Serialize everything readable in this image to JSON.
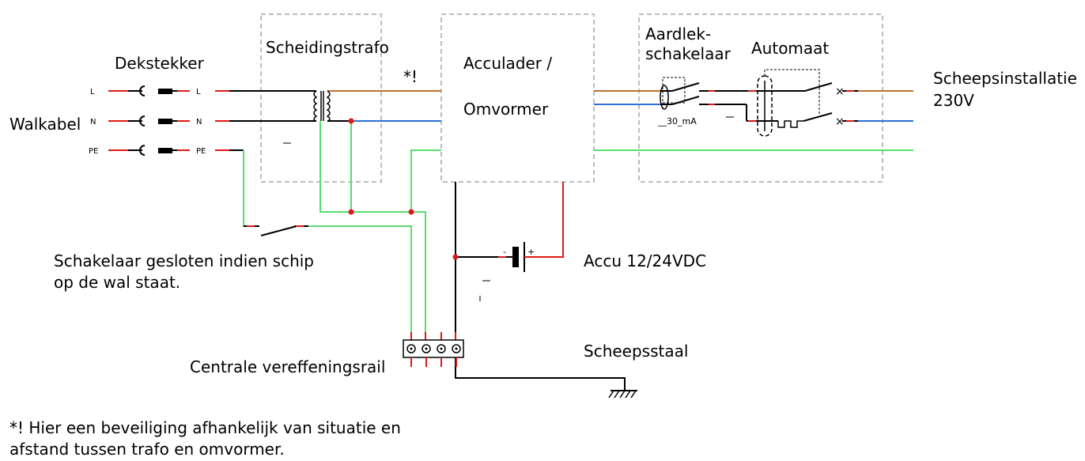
{
  "labels": {
    "walkabel": "Walkabel",
    "dekstekker": "Dekstekker",
    "scheidingstrafo": "Scheidingstrafo",
    "asterisk": "*!",
    "acculader_1": "Acculader /",
    "acculader_2": "Omvormer",
    "aardlek_1": "Aardlek-",
    "aardlek_2": "schakelaar",
    "automaat": "Automaat",
    "aardlek_rating": "__30_mA",
    "scheepsinstallatie_1": "Scheepsinstallatie",
    "scheepsinstallatie_2": "230V",
    "schakelaar_1": "Schakelaar gesloten indien schip",
    "schakelaar_2": "op de wal staat.",
    "accu": "Accu 12/24VDC",
    "scheepsstaal": "Scheepsstaal",
    "rail": "Centrale vereffeningsrail",
    "footnote_1": "*! Hier een beveiliging afhankelijk van situatie en",
    "footnote_2": "afstand tussen trafo en omvormer.",
    "minus": "-",
    "plus": "+"
  },
  "plug_pins": {
    "left": [
      "L",
      "N",
      "PE"
    ],
    "right": [
      "L",
      "N",
      "PE"
    ]
  },
  "colors": {
    "phase": "#b8742f",
    "neutral": "#2f6fd6",
    "earth": "#59dd6f",
    "dc": "#000000",
    "red": "#e01818",
    "box": "#bdbdbd"
  }
}
